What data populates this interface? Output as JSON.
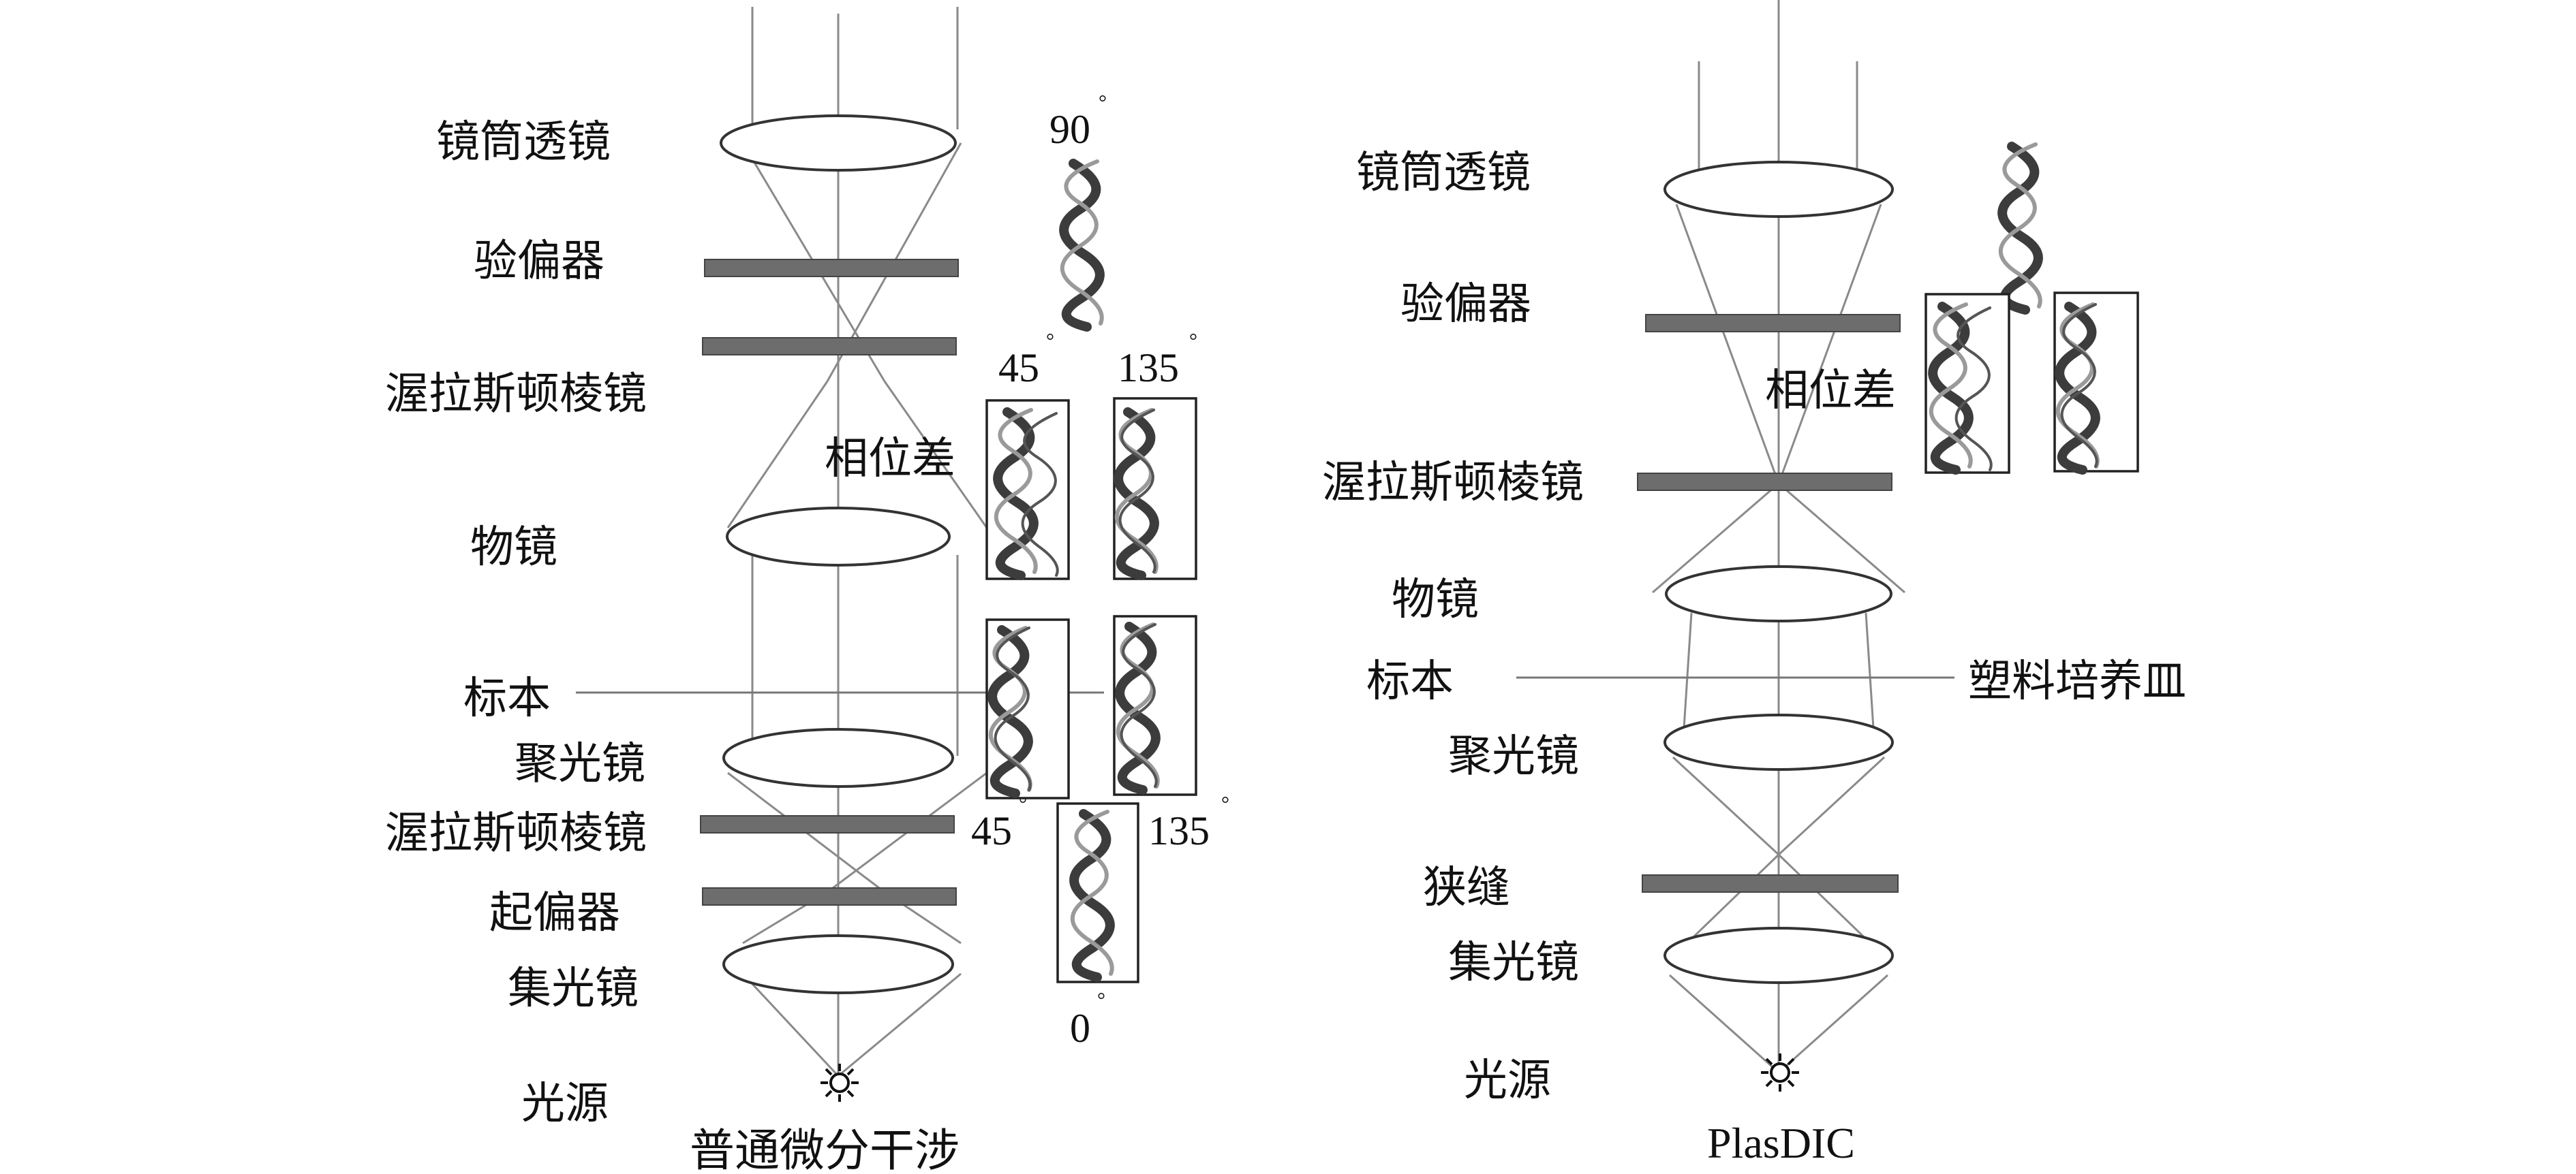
{
  "left_diagram": {
    "caption": "普通微分干涉",
    "labels": {
      "tube_lens": "镜筒透镜",
      "analyzer": "验偏器",
      "wollaston_top": "渥拉斯顿棱镜",
      "phase_difference": "相位差",
      "objective": "物镜",
      "specimen": "标本",
      "condenser_lens": "聚光镜",
      "wollaston_bottom": "渥拉斯顿棱镜",
      "polarizer": "起偏器",
      "collector_lens": "集光镜",
      "light_source": "光源"
    },
    "angles": {
      "top": "90",
      "upper_left": "45",
      "upper_right": "135",
      "lower_left": "45",
      "lower_right": "135",
      "bottom": "0",
      "degree_symbol": "°"
    }
  },
  "right_diagram": {
    "caption": "PlasDIC",
    "labels": {
      "tube_lens": "镜筒透镜",
      "analyzer": "验偏器",
      "phase_difference": "相位差",
      "wollaston": "渥拉斯顿棱镜",
      "objective": "物镜",
      "specimen": "标本",
      "plastic_dish": "塑料培养皿",
      "condenser_lens": "聚光镜",
      "slit": "狭缝",
      "collector_lens": "集光镜",
      "light_source": "光源"
    }
  },
  "icons": [
    "helix-icon",
    "light-source-icon"
  ],
  "colors": {
    "plate": "#6d6d6d",
    "rays": "#8a8a8a",
    "lines": "#333333"
  }
}
